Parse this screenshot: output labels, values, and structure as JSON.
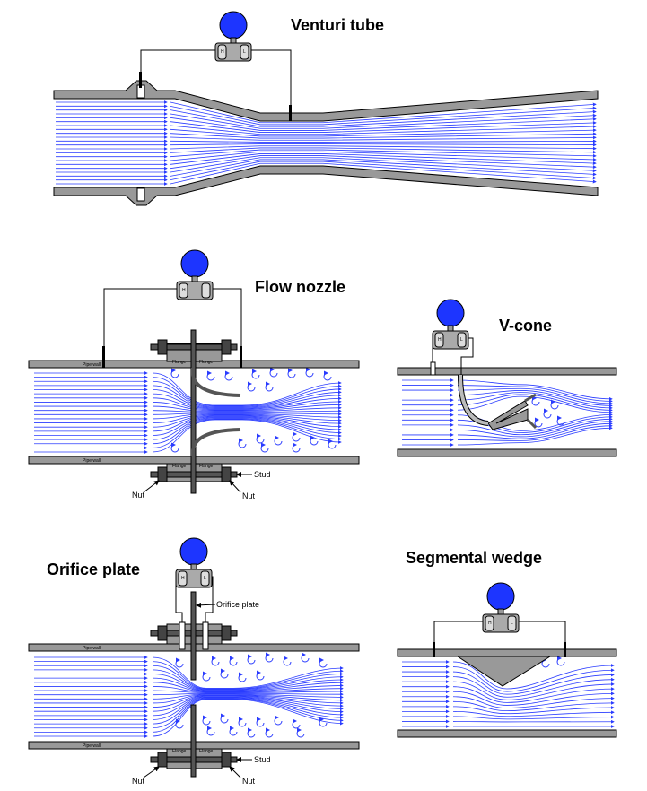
{
  "titles": {
    "venturi": "Venturi tube",
    "nozzle": "Flow nozzle",
    "vcone": "V-cone",
    "orifice": "Orifice plate",
    "wedge": "Segmental wedge"
  },
  "labels": {
    "pipe_wall": "Pipe wall",
    "flange": "Flange",
    "stud": "Stud",
    "nut": "Nut",
    "orifice_plate": "Orifice plate",
    "transmitter_H": "H",
    "transmitter_L": "L"
  },
  "colors": {
    "flow": "#2a3cff",
    "pipe": "#999999",
    "transmitter_head": "#1d35ff"
  }
}
